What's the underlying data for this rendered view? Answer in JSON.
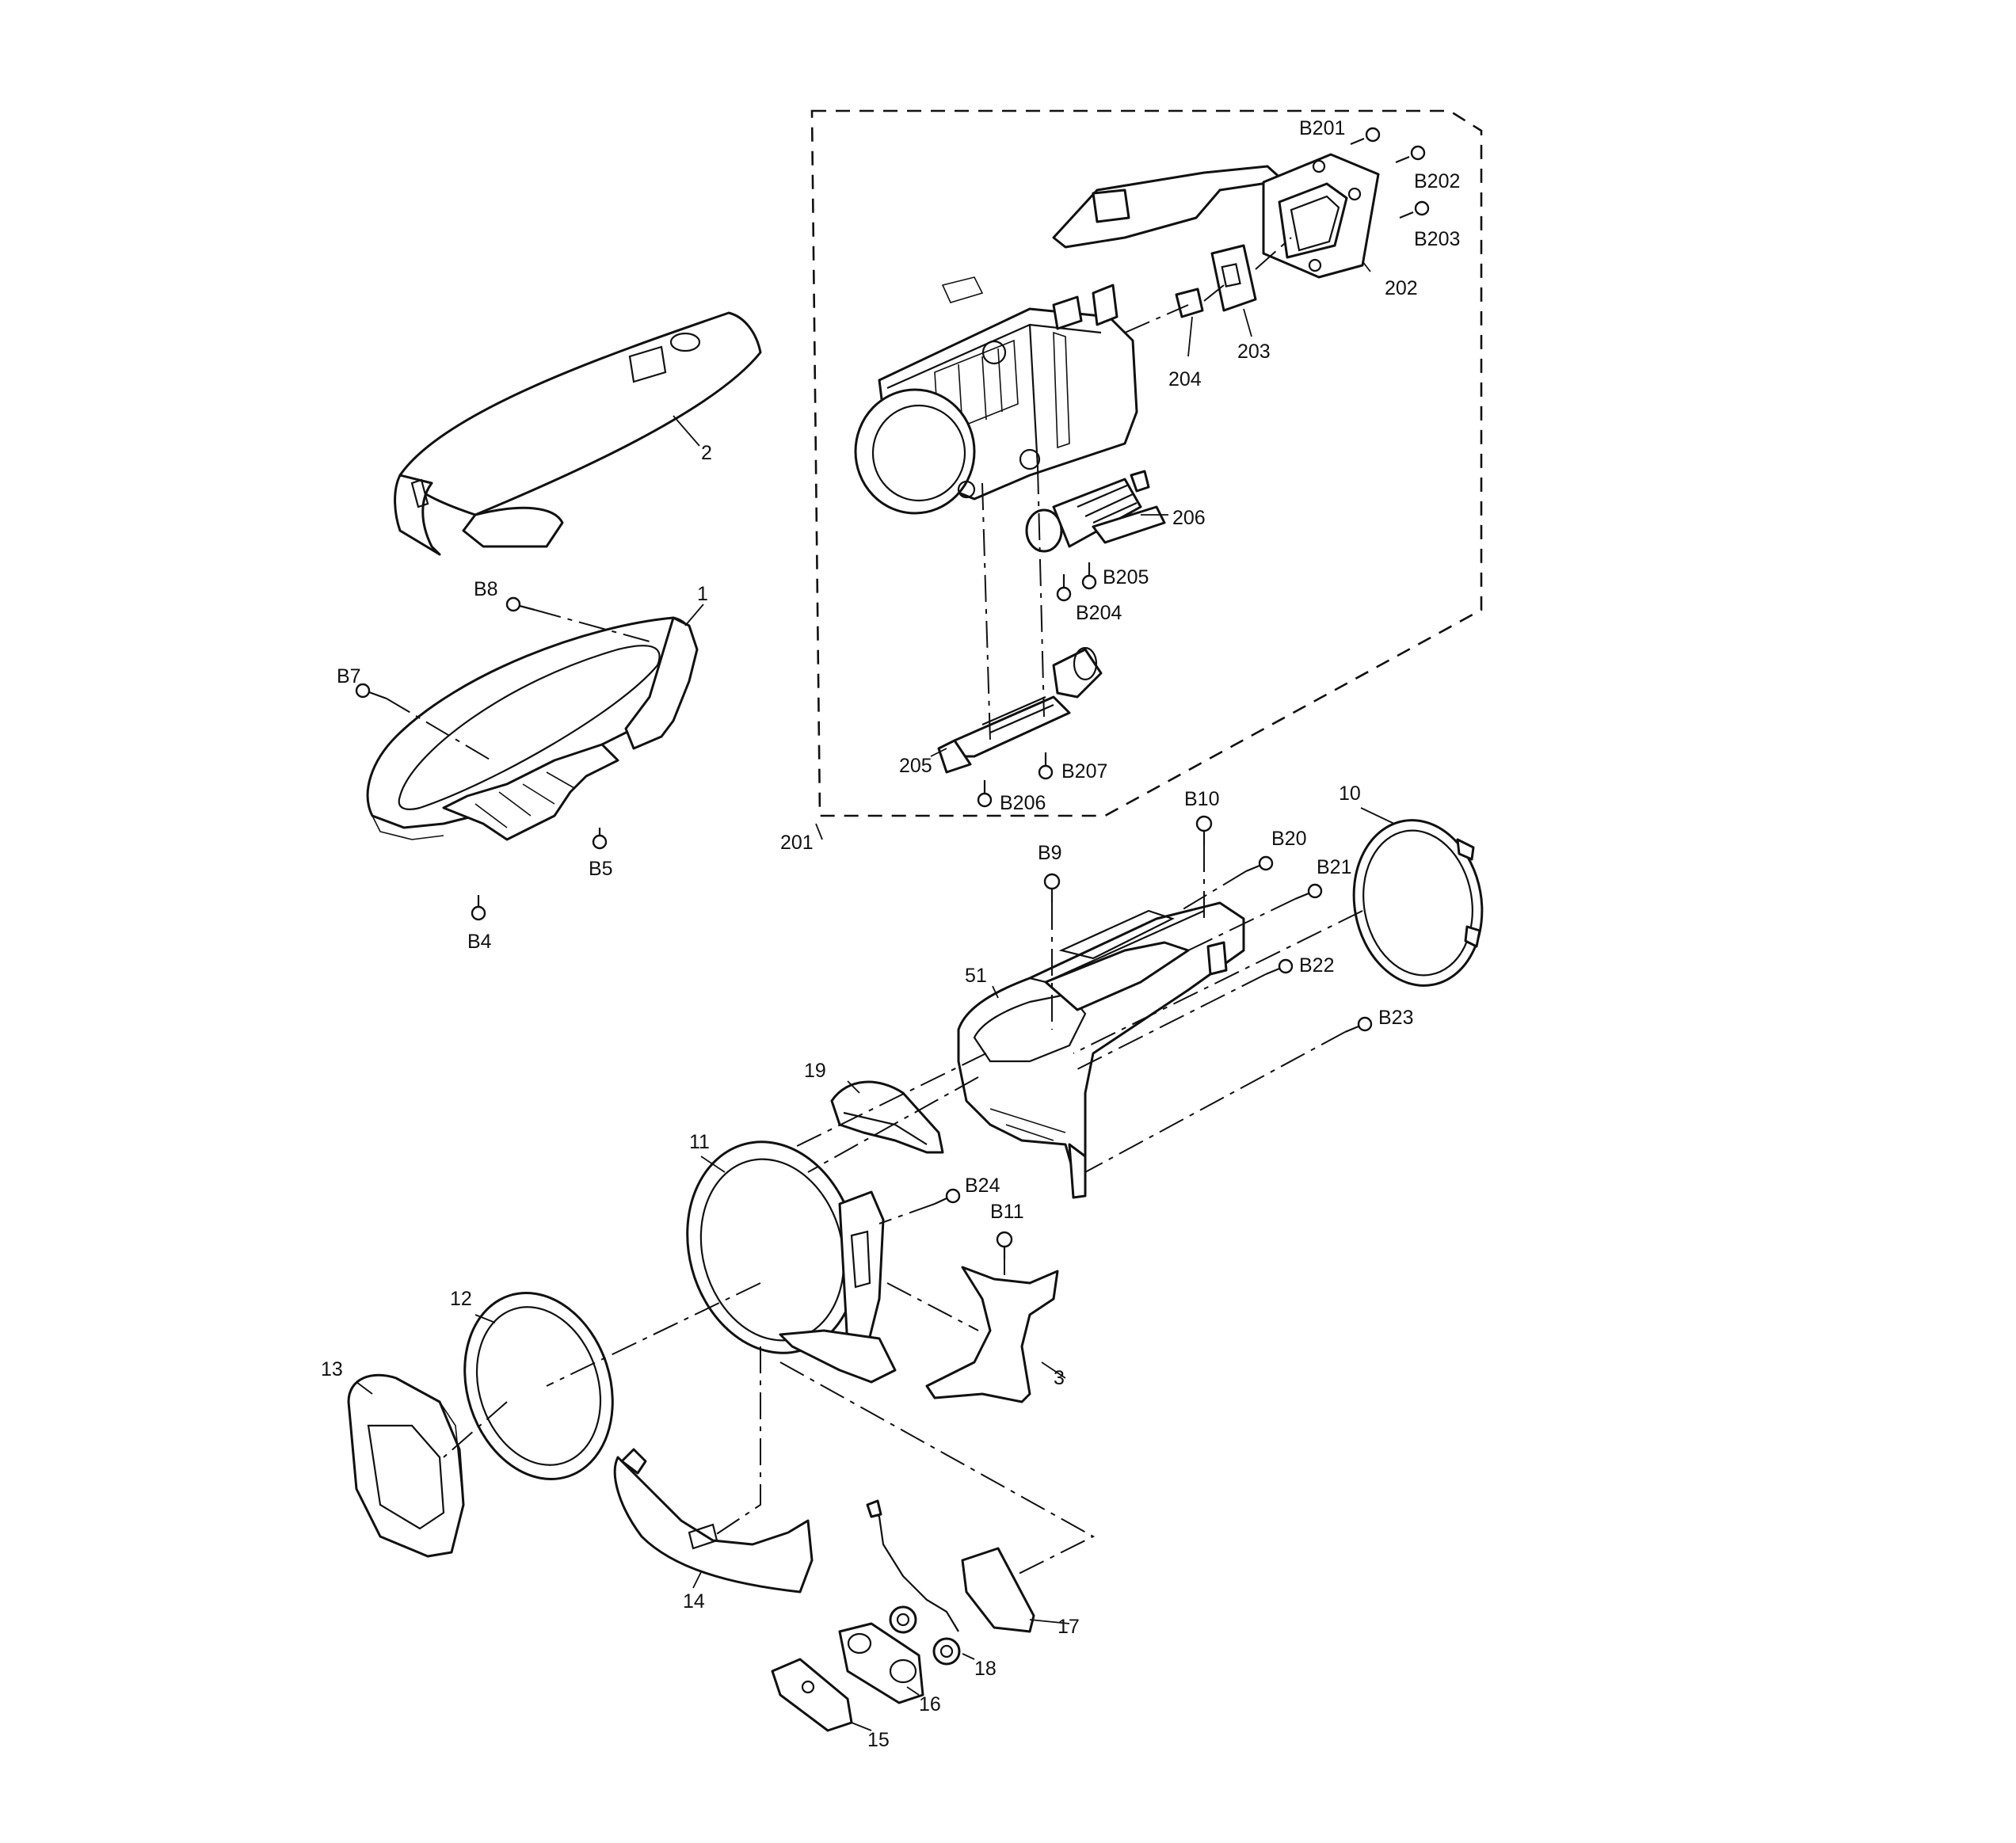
{
  "labels": {
    "p1": "1",
    "p2": "2",
    "p3": "3",
    "p10": "10",
    "p11": "11",
    "p12": "12",
    "p13": "13",
    "p14": "14",
    "p15": "15",
    "p16": "16",
    "p17": "17",
    "p18": "18",
    "p19": "19",
    "p51": "51",
    "p201": "201",
    "p202": "202",
    "p203": "203",
    "p204": "204",
    "p205": "205",
    "p206": "206",
    "B4": "B4",
    "B5": "B5",
    "B7": "B7",
    "B8": "B8",
    "B9": "B9",
    "B10": "B10",
    "B11": "B11",
    "B20": "B20",
    "B21": "B21",
    "B22": "B22",
    "B23": "B23",
    "B24": "B24",
    "B201": "B201",
    "B202": "B202",
    "B203": "B203",
    "B204": "B204",
    "B205": "B205",
    "B206": "B206",
    "B207": "B207"
  }
}
